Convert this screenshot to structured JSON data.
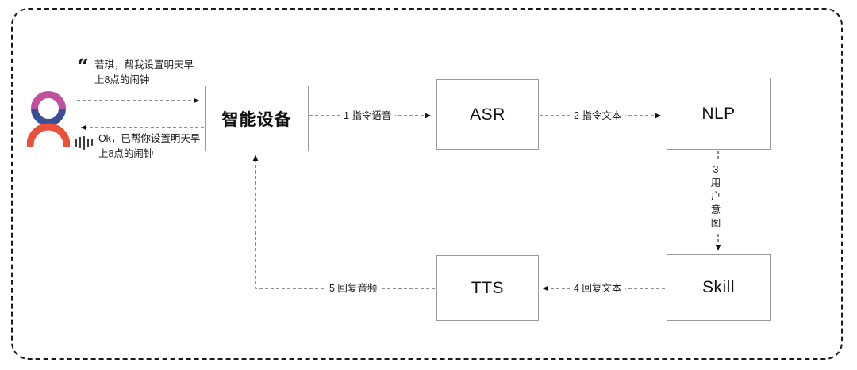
{
  "diagram": {
    "title": "smart-speaker-voice-pipeline",
    "frame": {
      "style": "dashed-rounded-rect",
      "color": "#1a1a1a"
    },
    "colors": {
      "node_border": "#9a9a9a",
      "wire": "#4d4d4d",
      "text": "#1b1b1b",
      "avatar_head_top": "#c0519f",
      "avatar_head_bottom": "#3b4f96",
      "avatar_body": "#e8503a"
    }
  },
  "user": {
    "avatar_name": "user-avatar",
    "request": {
      "icon": "quote-icon",
      "glyph": "“",
      "text": "若琪，帮我设置明天早上8点的闹钟"
    },
    "response": {
      "icon": "sound-wave-icon",
      "text": "Ok，已帮你设置明天早上8点的闹钟"
    }
  },
  "nodes": [
    {
      "id": "device",
      "label": "智能设备",
      "lang": "cn"
    },
    {
      "id": "asr",
      "label": "ASR",
      "lang": "en"
    },
    {
      "id": "nlp",
      "label": "NLP",
      "lang": "en"
    },
    {
      "id": "skill",
      "label": "Skill",
      "lang": "en"
    },
    {
      "id": "tts",
      "label": "TTS",
      "lang": "en"
    }
  ],
  "edges": [
    {
      "id": "e1",
      "from": "device",
      "to": "asr",
      "label": "1 指令语音"
    },
    {
      "id": "e2",
      "from": "asr",
      "to": "nlp",
      "label": "2 指令文本"
    },
    {
      "id": "e3",
      "from": "nlp",
      "to": "skill",
      "label": "3 用户意图",
      "orientation": "vertical"
    },
    {
      "id": "e4",
      "from": "skill",
      "to": "tts",
      "label": "4 回复文本"
    },
    {
      "id": "e5",
      "from": "tts",
      "to": "device",
      "label": "5 回复音频"
    }
  ]
}
